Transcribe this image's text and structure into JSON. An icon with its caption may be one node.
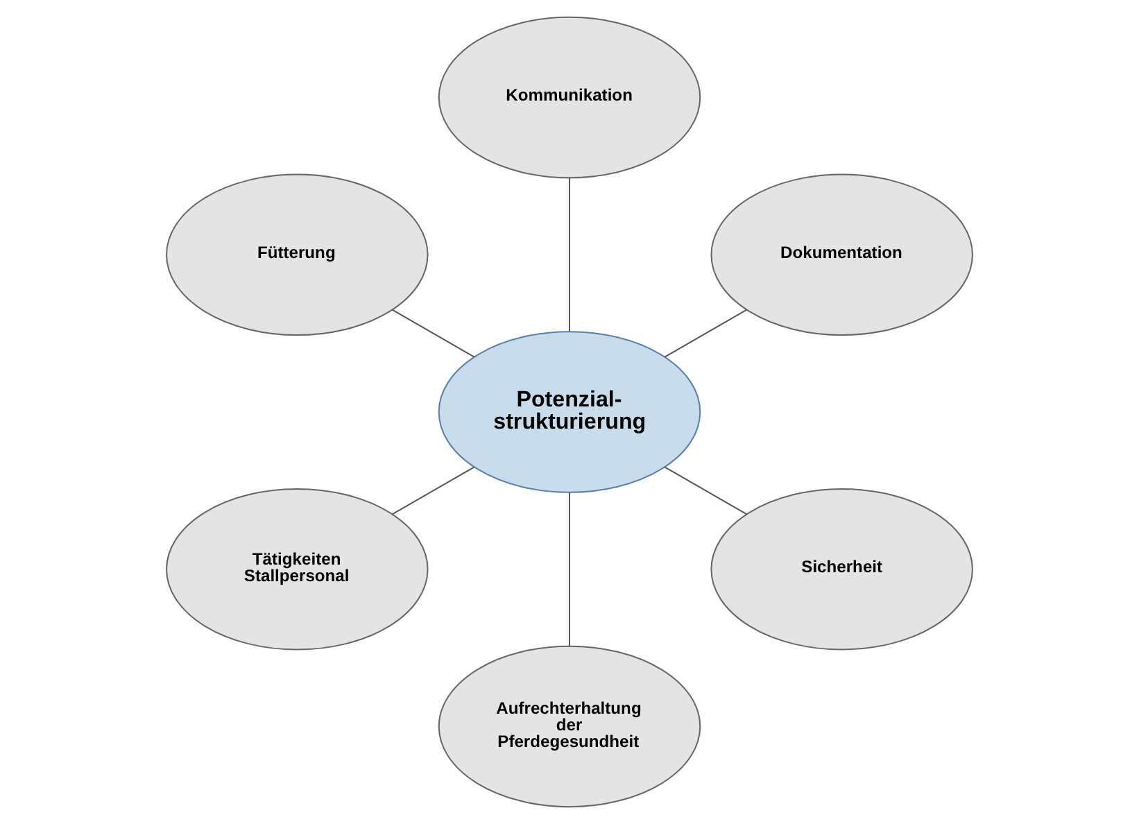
{
  "diagram": {
    "nodes": [
      {
        "text": [
          "Dokumentation"
        ]
      },
      {
        "text": [
          "Kommunikation"
        ]
      },
      {
        "text": [
          "Fütterung"
        ]
      },
      {
        "text": [
          "Potenzial- strukturierung"
        ]
      },
      {
        "text": [
          "Tätigkeiten Stallpersonal"
        ]
      },
      {
        "text": [
          "Aufrechterhaltung der Pferdegesundheit"
        ]
      },
      {
        "text": [
          "Sicherheit"
        ]
      }
    ],
    "edges": [
      {
        "from": 3,
        "to": 0,
        "arrow": "none"
      },
      {
        "from": 3,
        "to": 1,
        "arrow": "none"
      },
      {
        "from": 3,
        "to": 2,
        "arrow": "none"
      },
      {
        "from": 3,
        "to": 4,
        "arrow": "none"
      },
      {
        "from": 3,
        "to": 5,
        "arrow": "none"
      },
      {
        "from": 3,
        "to": 6,
        "arrow": "none"
      }
    ]
  }
}
